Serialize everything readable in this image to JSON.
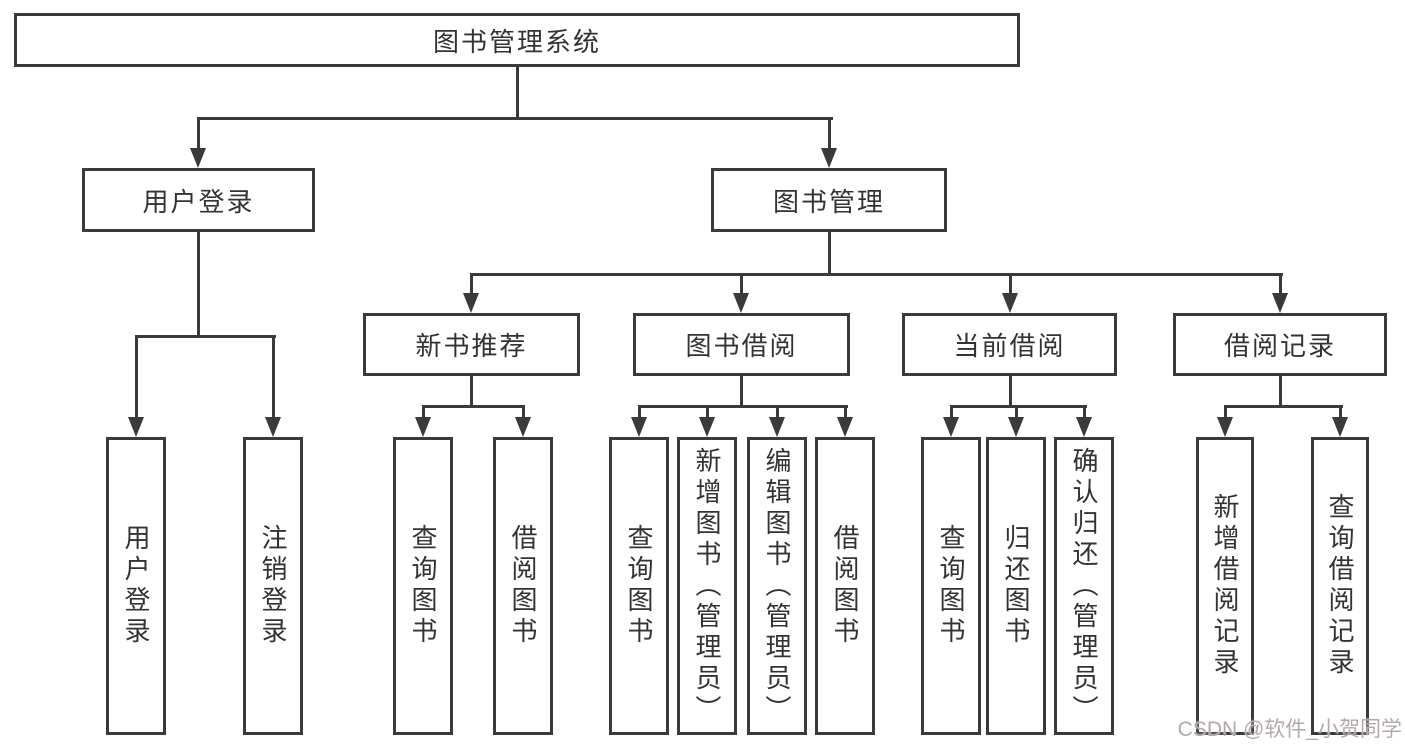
{
  "diagram": {
    "root": {
      "label": "图书管理系统"
    },
    "level2": [
      {
        "label": "用户登录"
      },
      {
        "label": "图书管理"
      }
    ],
    "level3": [
      {
        "label": "新书推荐"
      },
      {
        "label": "图书借阅"
      },
      {
        "label": "当前借阅"
      },
      {
        "label": "借阅记录"
      }
    ],
    "leaves": {
      "user": [
        "用户登录",
        "注销登录"
      ],
      "recommend": [
        "查询图书",
        "借阅图书"
      ],
      "borrow": [
        "查询图书",
        "新增图书（管理员）",
        "编辑图书（管理员）",
        "借阅图书"
      ],
      "current": [
        "查询图书",
        "归还图书",
        "确认归还（管理员）"
      ],
      "records": [
        "新增借阅记录",
        "查询借阅记录"
      ]
    },
    "colors": {
      "line": "#3a3a3a",
      "text": "#333333",
      "background": "#ffffff",
      "watermark": "#b2aaaa"
    }
  },
  "watermark": {
    "text": "CSDN @软件_小贺同学"
  }
}
